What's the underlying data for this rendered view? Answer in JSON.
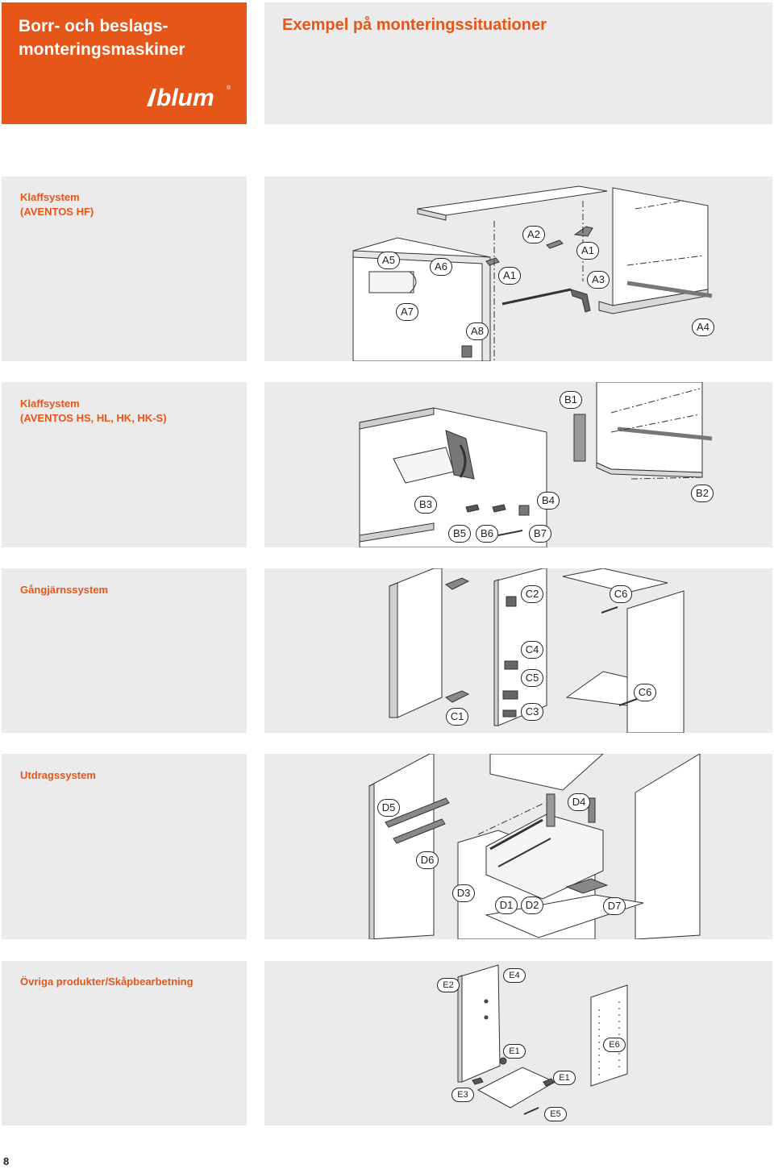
{
  "header": {
    "brand_title_line1": "Borr- och beslags-",
    "brand_title_line2": "monteringsmaskiner",
    "logo_text": "blum",
    "logo_mark": "®",
    "page_heading": "Exempel på monteringssituationer"
  },
  "sections": [
    {
      "id": "aventos-hf",
      "title_line1": "Klaffsystem",
      "title_line2": "(AVENTOS HF)",
      "labels": [
        "A5",
        "A6",
        "A1",
        "A2",
        "A1",
        "A3",
        "A7",
        "A8",
        "A4"
      ]
    },
    {
      "id": "aventos-hs",
      "title_line1": "Klaffsystem",
      "title_line2": "(AVENTOS HS, HL, HK, HK-S)",
      "labels": [
        "B1",
        "B3",
        "B4",
        "B2",
        "B5",
        "B6",
        "B7"
      ]
    },
    {
      "id": "hinge",
      "title_line1": "Gångjärnssystem",
      "labels": [
        "C2",
        "C6",
        "C4",
        "C5",
        "C6",
        "C1",
        "C3"
      ]
    },
    {
      "id": "drawer",
      "title_line1": "Utdragssystem",
      "labels": [
        "D5",
        "D4",
        "D6",
        "D3",
        "D1",
        "D2",
        "D7"
      ]
    },
    {
      "id": "other",
      "title_line1": "Övriga produkter/Skåpbearbetning",
      "labels": [
        "E2",
        "E4",
        "E1",
        "E6",
        "E1",
        "E3",
        "E5"
      ]
    }
  ],
  "page_number": "8",
  "colors": {
    "brand_orange": "#e65618",
    "panel_gray": "#ebebeb",
    "line_dark": "#222222"
  }
}
